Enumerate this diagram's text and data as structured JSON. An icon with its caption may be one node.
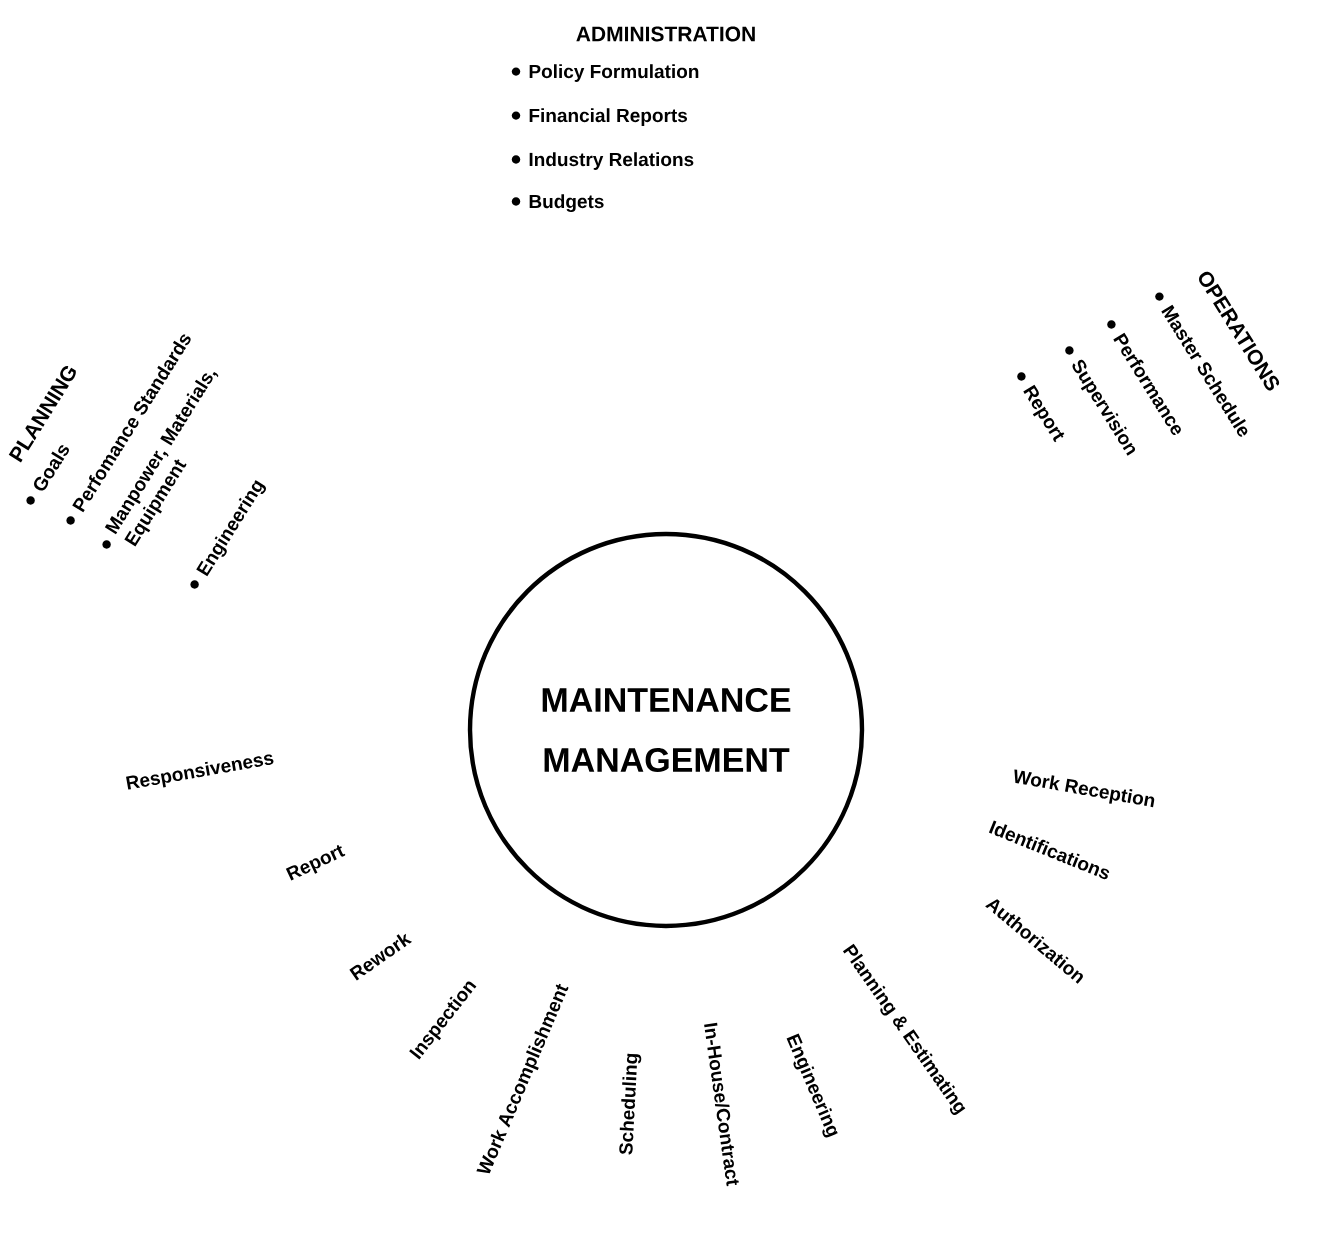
{
  "diagram": {
    "nodes": [
      {
        "text": [
          "MAINTENANCE MANAGEMENT"
        ]
      }
    ],
    "labels": [
      "ADMINISTRATION",
      "Policy Formulation",
      "Financial Reports",
      "Industry Relations",
      "Budgets",
      "PLANNING",
      "Goals",
      "Perfomance Standards",
      "Manpower, Materials, Equipment",
      "Engineering",
      "OPERATIONS",
      "Master Schedule",
      "Performance",
      "Supervision",
      "Report",
      "Work Reception",
      "Identifications",
      "Authorization",
      "Planning & Estimating",
      "Engineering",
      "In-House/Contract",
      "Scheduling",
      "Work Accomplishment",
      "Inspection",
      "Rework",
      "Report",
      "Responsiveness"
    ]
  }
}
